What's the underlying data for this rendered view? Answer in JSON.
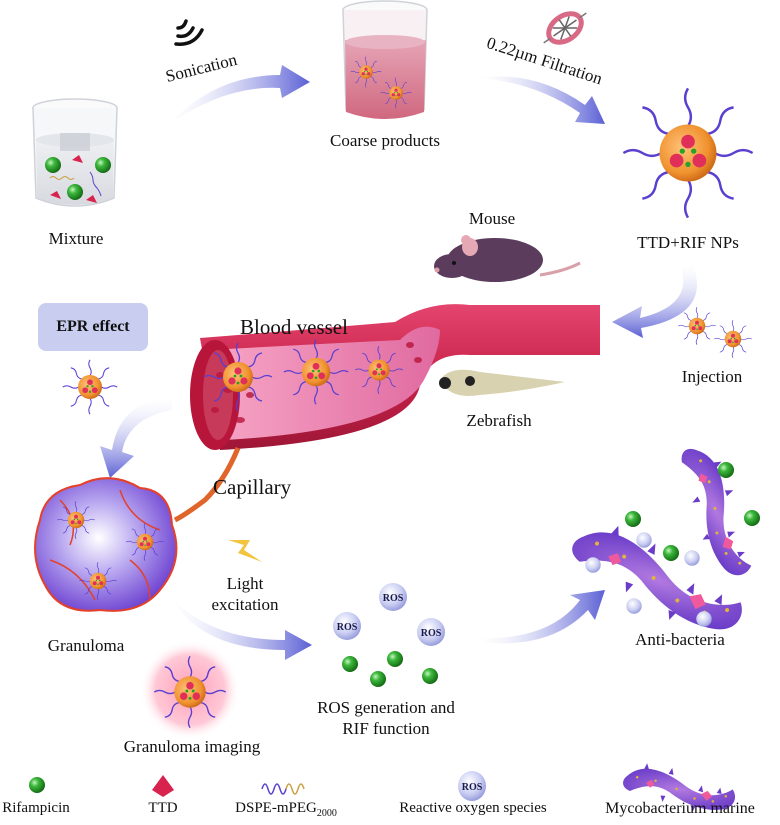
{
  "steps": {
    "mixture": "Mixture",
    "sonication": "Sonication",
    "coarse_products": "Coarse products",
    "filtration": "0.22µm Filtration",
    "nps": "TTD+RIF NPs",
    "mouse": "Mouse",
    "injection": "Injection",
    "zebrafish": "Zebrafish",
    "blood_vessel": "Blood vessel",
    "epr_effect": "EPR effect",
    "capillary": "Capillary",
    "granuloma": "Granuloma",
    "light_excitation_line1": "Light",
    "light_excitation_line2": "excitation",
    "granuloma_imaging": "Granuloma imaging",
    "ros_generation_line1": "ROS generation and",
    "ros_generation_line2": "RIF function",
    "anti_bacteria": "Anti-bacteria",
    "ros_tag": "ROS"
  },
  "legend": {
    "rifampicin": "Rifampicin",
    "ttd": "TTD",
    "dspe_main": "DSPE-mPEG",
    "dspe_sub": "2000",
    "ros_tag": "ROS",
    "ros": "Reactive oxygen species",
    "myco": "Mycobacterium marine"
  },
  "colors": {
    "arrow": "#6a6fd8",
    "vessel": "#c8234a",
    "np_core": "#f0922e",
    "rifampicin": "#2fa82f",
    "ttd": "#d9234f",
    "peg_purple": "#5a3fd0",
    "peg_gold": "#c9a040",
    "ros_bubble": "#c9cdf2",
    "bacterium": "#8c5cd6",
    "epr_box": "#c9cdf0"
  }
}
